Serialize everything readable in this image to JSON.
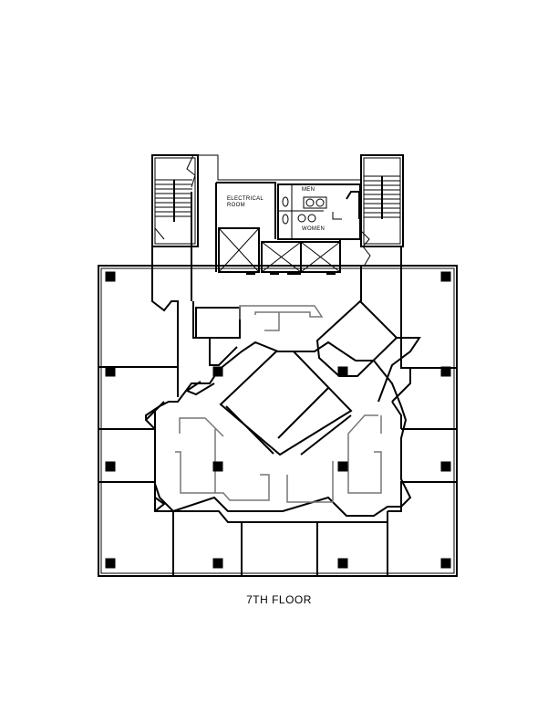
{
  "drawing": {
    "title": "7TH FLOOR",
    "rooms": {
      "electrical": "ELECTRICAL ROOM",
      "men": "MEN",
      "women": "WOMEN"
    }
  }
}
